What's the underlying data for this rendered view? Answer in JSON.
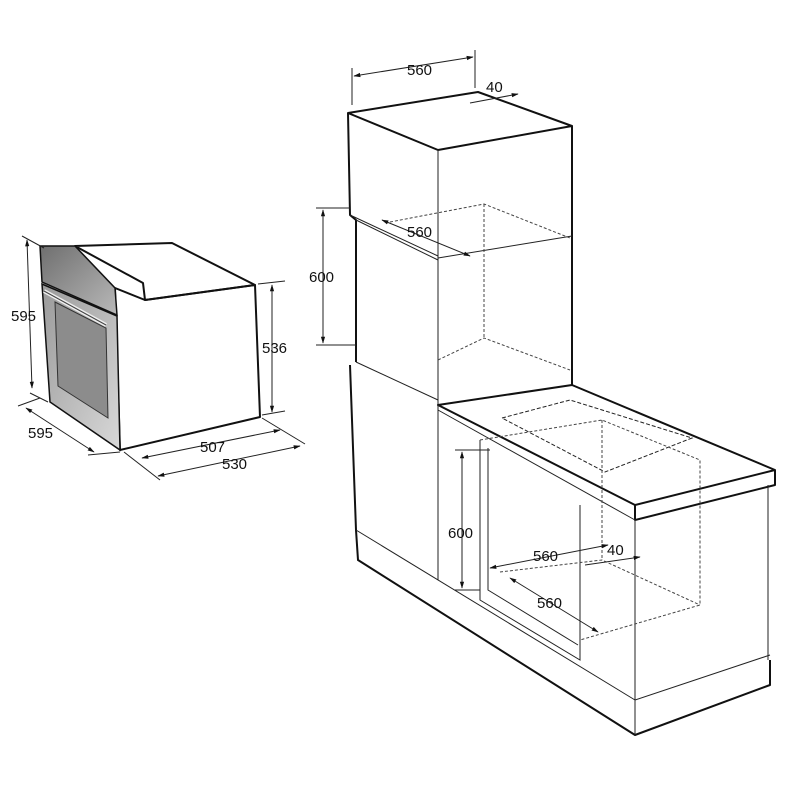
{
  "oven": {
    "height": "595",
    "width": "595",
    "depth_body": "507",
    "depth_total": "530",
    "body_height": "536"
  },
  "tall_cabinet": {
    "width": "560",
    "gap": "40",
    "niche_depth": "560",
    "niche_height": "600"
  },
  "base_cabinet": {
    "niche_height": "600",
    "niche_width": "560",
    "gap": "40",
    "niche_depth": "560"
  },
  "colors": {
    "line": "#111111",
    "panel": "#8a8a8a"
  }
}
